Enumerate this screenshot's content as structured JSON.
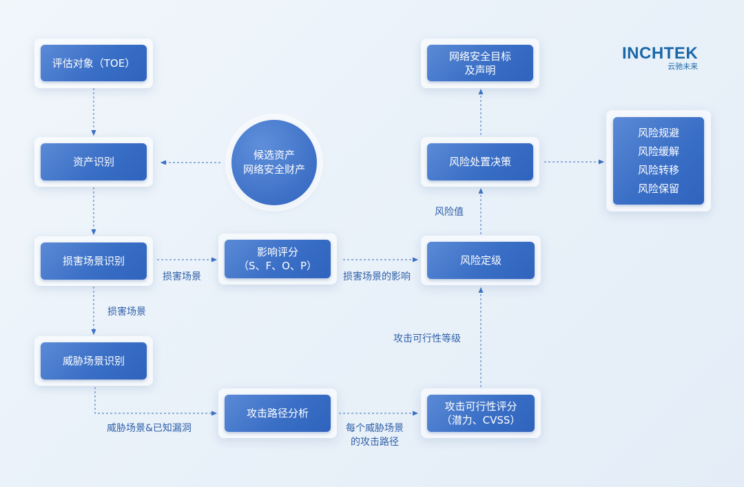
{
  "logo": {
    "en": "INCHTEK",
    "cn": "云驰未来"
  },
  "nodes": {
    "toe": "评估对象（TOE）",
    "asset": "资产识别",
    "damage": "损害场景识别",
    "threat": "威胁场景识别",
    "candidate": [
      "候选资产",
      "网络安全财产"
    ],
    "impact": [
      "影响评分",
      "（S、F、O、P）"
    ],
    "attack_path": "攻击路径分析",
    "goal": [
      "网络安全目标",
      "及声明"
    ],
    "decision": "风险处置决策",
    "rating": "风险定级",
    "feasibility": [
      "攻击可行性评分",
      "（潜力、CVSS）"
    ],
    "treatments": [
      "风险规避",
      "风险缓解",
      "风险转移",
      "风险保留"
    ]
  },
  "labels": {
    "damage_scenario_1": "损害场景",
    "damage_scenario_2": "损害场景",
    "threat_vuln": "威胁场景&已知漏洞",
    "damage_impact": "损害场景的影响",
    "per_threat": [
      "每个威胁场景",
      "的攻击路径"
    ],
    "feasibility_level": "攻击可行性等级",
    "risk_value": "风险值"
  }
}
